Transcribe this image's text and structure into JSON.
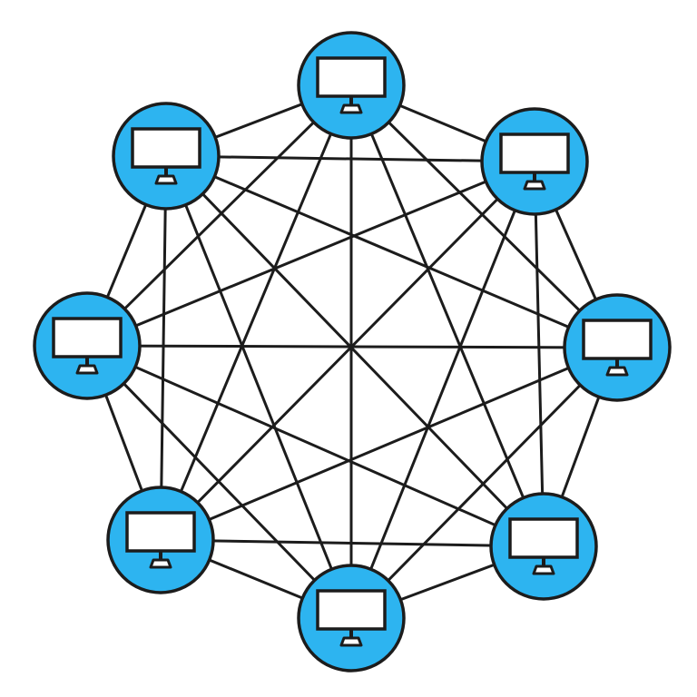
{
  "diagram": {
    "type": "fully-connected-mesh-network",
    "node_count": 8,
    "node_icon": "monitor-icon",
    "topology": "full-mesh",
    "colors": {
      "background": "#ffffff",
      "node_fill": "#2db4f0",
      "stroke": "#1c1c1c",
      "screen": "#ffffff"
    }
  }
}
